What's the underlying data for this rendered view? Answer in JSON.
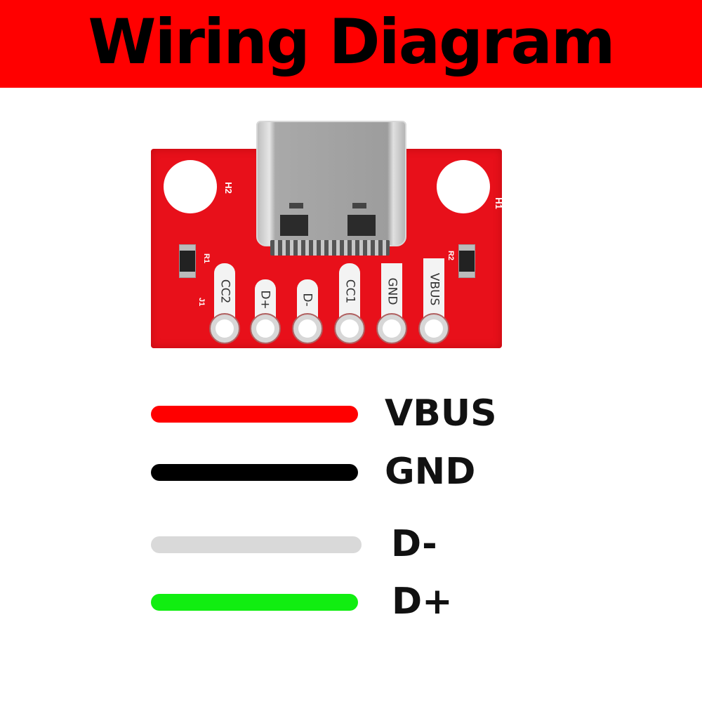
{
  "header": {
    "title": "Wiring Diagram",
    "background_color": "#ff0000"
  },
  "board": {
    "name": "USB Type-C breakout board",
    "color": "#e8101a",
    "silkscreen": {
      "h2": "H2",
      "h1": "H1",
      "r1": "R1",
      "r2": "R2",
      "j1": "J1"
    },
    "pins": [
      {
        "label": "CC2"
      },
      {
        "label": "D+"
      },
      {
        "label": "D-"
      },
      {
        "label": "CC1"
      },
      {
        "label": "GND"
      },
      {
        "label": "VBUS"
      }
    ]
  },
  "legend": {
    "items": [
      {
        "label": "VBUS",
        "color": "#ff0000"
      },
      {
        "label": "GND",
        "color": "#000000"
      },
      {
        "label": "D-",
        "color": "#d9d9d9"
      },
      {
        "label": "D+",
        "color": "#11ee11"
      }
    ]
  }
}
